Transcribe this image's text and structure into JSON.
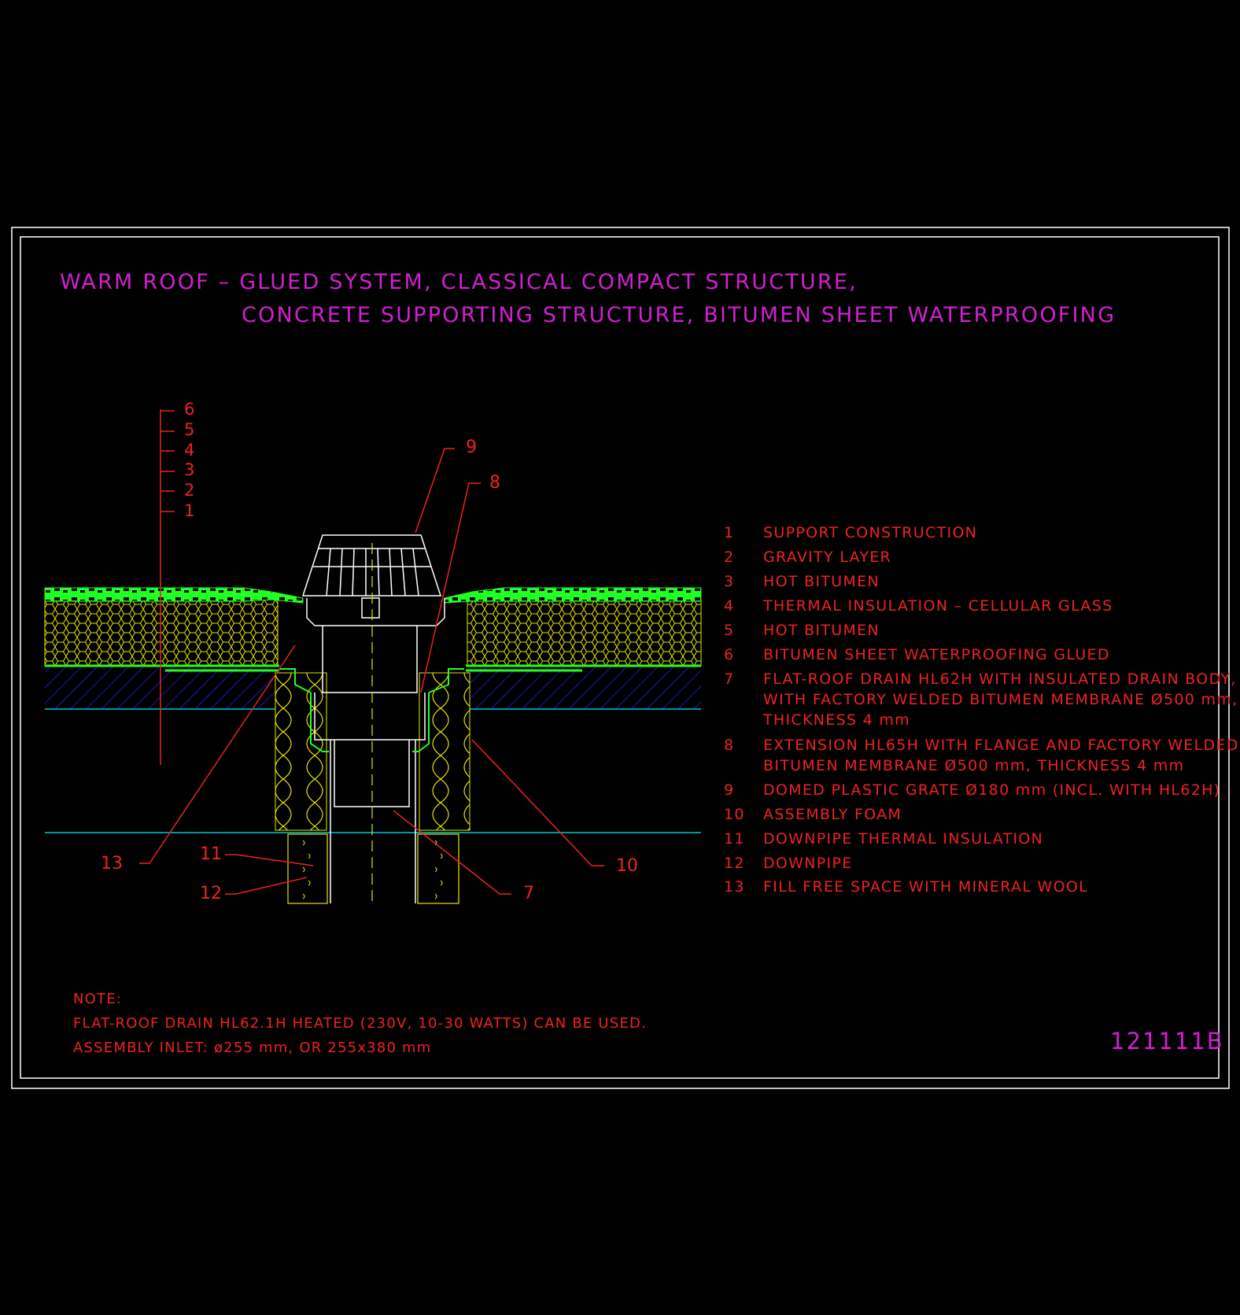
{
  "title": {
    "line1": "WARM ROOF – GLUED SYSTEM, CLASSICAL COMPACT STRUCTURE,",
    "line2": "CONCRETE SUPPORTING STRUCTURE, BITUMEN SHEET WATERPROOFING"
  },
  "layer_labels": [
    "6",
    "5",
    "4",
    "3",
    "2",
    "1"
  ],
  "callouts": {
    "c9": "9",
    "c8": "8",
    "c13": "13",
    "c11": "11",
    "c12": "12",
    "c7": "7",
    "c10": "10"
  },
  "legend": [
    {
      "num": "1",
      "text": "SUPPORT CONSTRUCTION"
    },
    {
      "num": "2",
      "text": "GRAVITY LAYER"
    },
    {
      "num": "3",
      "text": "HOT BITUMEN"
    },
    {
      "num": "4",
      "text": "THERMAL INSULATION – CELLULAR GLASS"
    },
    {
      "num": "5",
      "text": "HOT BITUMEN"
    },
    {
      "num": "6",
      "text": "BITUMEN SHEET WATERPROOFING GLUED"
    },
    {
      "num": "7",
      "text": "FLAT-ROOF DRAIN HL62H WITH INSULATED DRAIN BODY,\nWITH FACTORY WELDED BITUMEN MEMBRANE Ø500 mm,\nTHICKNESS 4 mm"
    },
    {
      "num": "8",
      "text": "EXTENSION HL65H WITH FLANGE AND FACTORY WELDED\nBITUMEN MEMBRANE Ø500 mm, THICKNESS 4 mm"
    },
    {
      "num": "9",
      "text": "DOMED PLASTIC GRATE Ø180 mm (INCL. WITH HL62H)"
    },
    {
      "num": "10",
      "text": "ASSEMBLY FOAM"
    },
    {
      "num": "11",
      "text": "DOWNPIPE THERMAL INSULATION"
    },
    {
      "num": "12",
      "text": "DOWNPIPE"
    },
    {
      "num": "13",
      "text": "FILL FREE SPACE WITH MINERAL WOOL"
    }
  ],
  "note": {
    "heading": "NOTE:",
    "line1": "FLAT-ROOF DRAIN HL62.1H HEATED (230V, 10-30 WATTS) CAN BE USED.",
    "line2": "ASSEMBLY INLET: ø255 mm, OR 255x380 mm"
  },
  "drawing_number": "121111B",
  "colors": {
    "background": "#000000",
    "frame": "#ffffff",
    "title": "#d21fd2",
    "text": "#ee2222",
    "membrane": "#22ff22",
    "insulation": "#e6e600",
    "concrete": "#2222ff",
    "datum": "#00c8d8",
    "drain": "#ffffff"
  }
}
